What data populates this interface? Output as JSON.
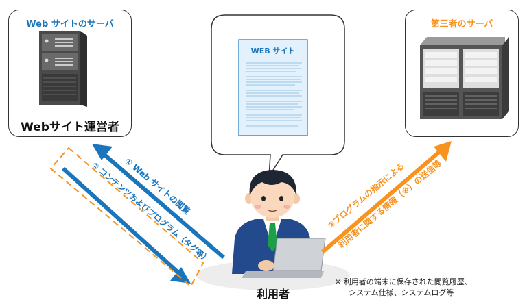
{
  "left_server": {
    "title": "Web サイトのサーバ",
    "caption": "Webサイト運営者"
  },
  "right_server": {
    "title": "第三者のサーバ"
  },
  "speech_bubble": {
    "doc_title": "WEB サイト"
  },
  "arrows": {
    "arrow1": "① Web サイトの閲覧",
    "arrow2": "② コンテンツおよびプログラム（タグ等）",
    "arrow3_line1": "③プログラムの指示による",
    "arrow3_line2": "利用者に関する情報（※）の送信等"
  },
  "user": {
    "label": "利用者"
  },
  "footnote": {
    "line1": "※ 利用者の端末に保存された閲覧履歴、",
    "line2": "システム仕様、システムログ等"
  },
  "colors": {
    "blue": "#1b75bb",
    "orange": "#f7931e",
    "doc_bg": "#e2f1fb"
  }
}
